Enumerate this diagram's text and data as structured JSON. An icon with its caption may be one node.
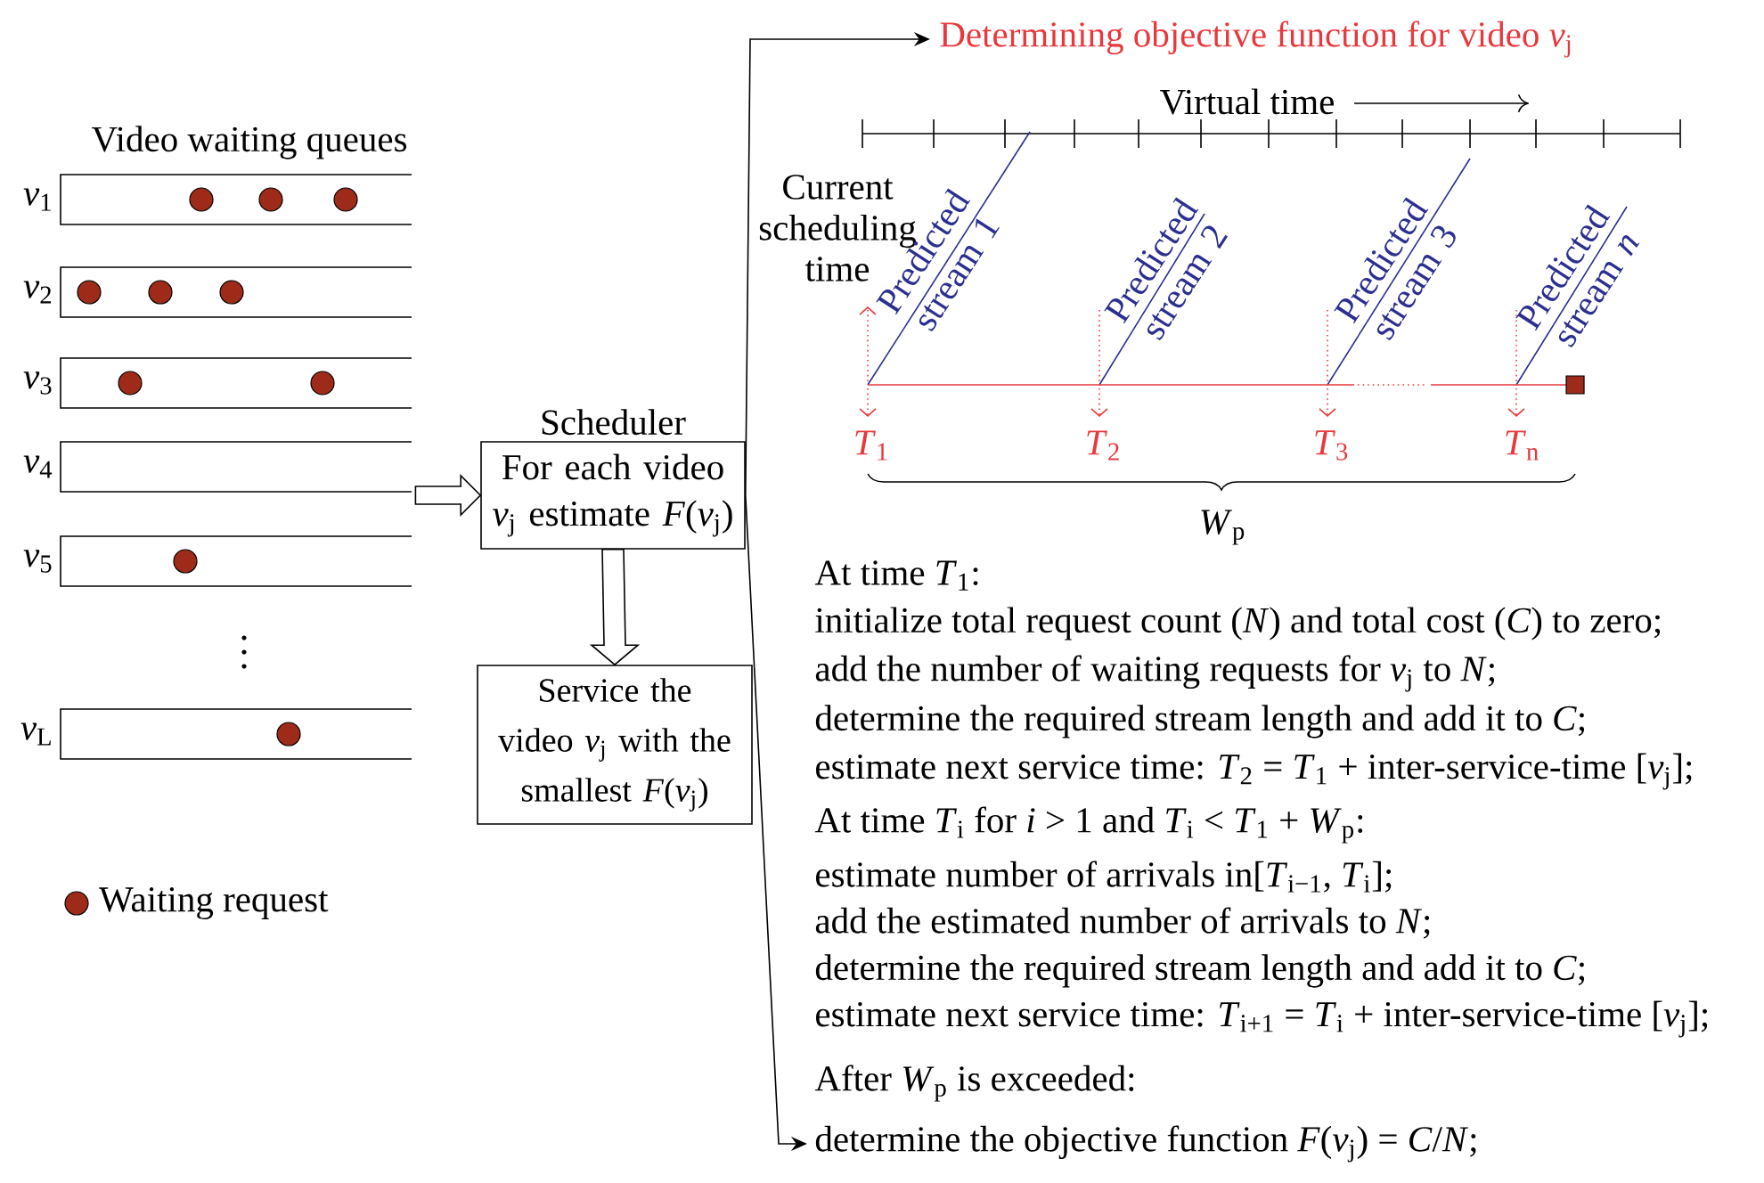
{
  "diagram": {
    "nodes": [
      {
        "text": [],
        "shape": "bar",
        "beside": [
          "*v*$_{1}$"
        ]
      },
      {
        "text": [],
        "shape": "bar",
        "beside": [
          "*v*$_{2}$"
        ]
      },
      {
        "text": [],
        "shape": "bar",
        "beside": [
          "*v*$_{3}$"
        ]
      },
      {
        "text": [],
        "shape": "bar",
        "beside": [
          "*v*$_{4}$"
        ]
      },
      {
        "text": [],
        "shape": "bar",
        "beside": [
          "*v*$_{5}$"
        ]
      },
      {
        "text": [],
        "shape": "bar",
        "beside": [
          "*v*$_{L}$"
        ]
      },
      {
        "text": [
          "Scheduler",
          "For each video *v*$_{j}$ estimate *F*(*v*$_{j}$)"
        ]
      },
      {
        "text": [
          "Service the video *v*$_{j}$ with the smallest *F*(*v*$_{j}$)"
        ]
      },
      {
        "text": [
          "Determining objective function for video *v*$_{j}$"
        ]
      },
      {
        "text": [
          "determine the objective function *F*(*v*$_{j}$) = *C*/*N*;"
        ]
      }
    ],
    "edges": [
      {
        "from": 3,
        "to": 6,
        "arrow": "to",
        "style": "thick"
      },
      {
        "from": 6,
        "to": 7,
        "arrow": "to",
        "style": "thick"
      },
      {
        "from": 6,
        "to": 8,
        "arrow": "to"
      },
      {
        "from": 6,
        "to": 9,
        "arrow": "to"
      }
    ],
    "labels": [
      "Video waiting queues",
      "Virtual time",
      "Current scheduling time",
      "Predicted stream 1",
      "Predicted stream 2",
      "Predicted stream 3",
      "Predicted stream *n*",
      "*T*$_{1}$",
      "*T*$_{2}$",
      "*T*$_{3}$",
      "*T*$_{n}$",
      "*W*$_{p}$",
      "At time *T*$_{1}$:",
      "initialize total request count (*N*) and total cost (*C*) to zero;",
      "add the number of waiting requests for *v*$_{j}$ to *N*;",
      "determine the required stream length and add it to *C*;",
      "estimate next service time: *T*$_{2}$ = *T*$_{1}$ + inter-service-time [*v*$_{j}$];",
      "At time *T*$_{i}$ for *i* > 1 and *T*$_{i}$ < *T*$_{1}$ + *W*$_{p}$:",
      "estimate number of arrivals in[*T*$_{i−1}$, *T*$_{i}$];",
      "add the estimated number of arrivals to *N*;",
      "determine the required stream length and add it to *C*;",
      "estimate next service time: *T*$_{i+1}$ = *T*$_{i}$ + inter-service-time [*v*$_{j}$];",
      "After *W*$_{p}$ is exceeded:"
    ],
    "legend": [
      {
        "text": "Waiting request",
        "color": "#9e2b1a"
      }
    ]
  }
}
